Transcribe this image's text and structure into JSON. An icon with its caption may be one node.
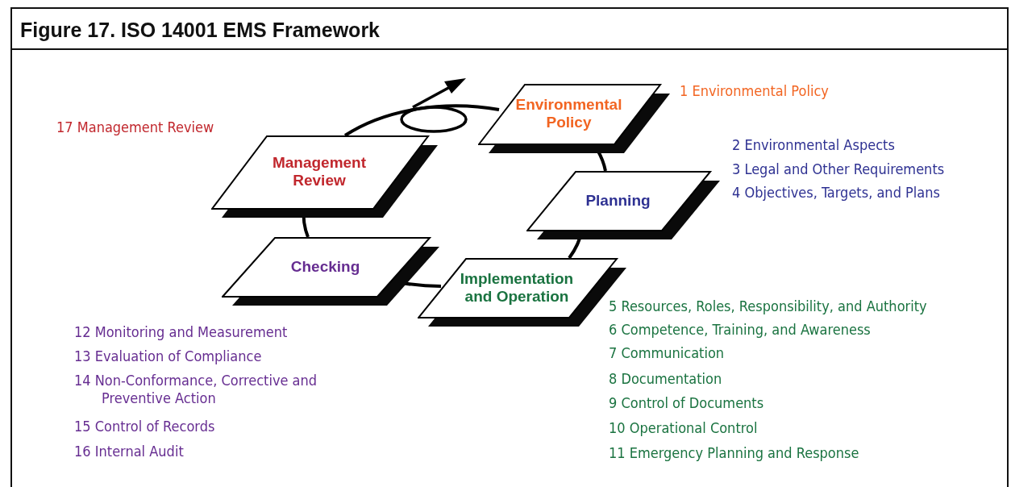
{
  "diagram": {
    "title": "Figure 17.  ISO 14001 EMS Framework",
    "nodes": [
      {
        "text": [
          "Environmental Policy"
        ]
      },
      {
        "text": [
          "Planning"
        ]
      },
      {
        "text": [
          "Implementation and Operation"
        ]
      },
      {
        "text": [
          "Checking"
        ]
      },
      {
        "text": [
          "Management Review"
        ]
      }
    ],
    "edges": [
      {
        "from": 0,
        "to": 1,
        "arrow": "none"
      },
      {
        "from": 1,
        "to": 2,
        "arrow": "none"
      },
      {
        "from": 2,
        "to": 3,
        "arrow": "none"
      },
      {
        "from": 3,
        "to": 4,
        "arrow": "none"
      },
      {
        "from": 4,
        "to": 0,
        "arrow": "none"
      }
    ],
    "labels": [
      "1  Environmental Policy",
      "17  Management Review",
      "2  Environmental Aspects",
      "3  Legal and Other Requirements",
      "4  Objectives, Targets, and Plans",
      "5  Resources, Roles, Responsibility, and Authority",
      "12  Monitoring and Measurement",
      "6  Competence, Training, and Awareness",
      "13  Evaluation of Compliance",
      "7  Communication",
      "14  Non-Conformance, Corrective and Preventive Action",
      "8  Documentation",
      "9  Control of Documents",
      "15  Control of Records",
      "10  Operational Control",
      "16  Internal Audit",
      "11  Emergency Planning and Response"
    ]
  }
}
